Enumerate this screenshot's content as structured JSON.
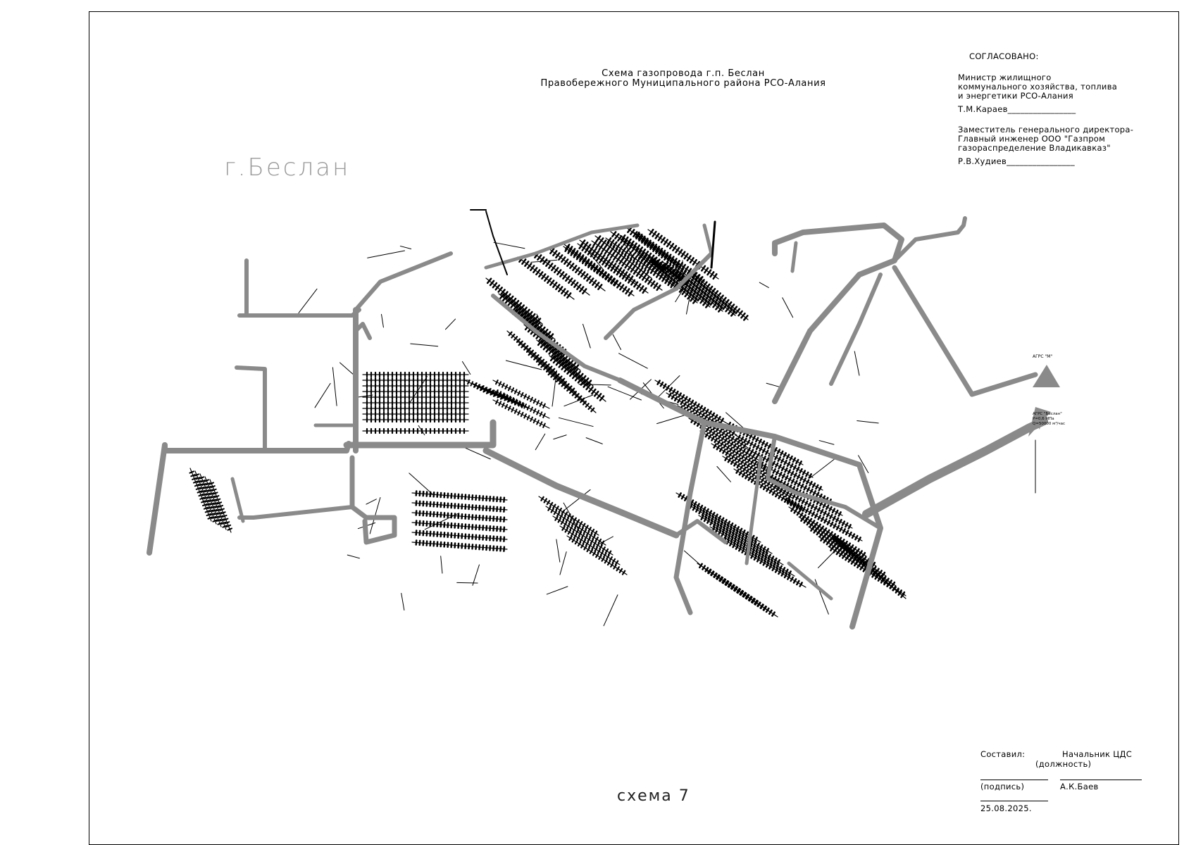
{
  "title": {
    "line1": "Схема газопровода г.п. Беслан",
    "line2": "Правобережного  Муниципального района РСО-Алания"
  },
  "approval": {
    "heading": "СОГЛАСОВАНО:",
    "minister_line1": "Министр жилищного",
    "minister_line2": "коммунального  хозяйства, топлива",
    "minister_line3": "и энергетики РСО-Алания",
    "minister_name": "Т.М.Караев________________",
    "deputy_line1": "Заместитель генерального директора-",
    "deputy_line2": "Главный инженер  ООО \"Газпром",
    "deputy_line3": "газораспределение Владикавказ\"",
    "deputy_name": "Р.В.Худиев________________"
  },
  "city_label": "г.Беслан",
  "stations": {
    "station1_label": "АГРС \"М\"",
    "station2_line1": "АГРС \"Беслан\"",
    "station2_line2": "Р=0,6 МПа",
    "station2_line3": "Q=50000 м³/час"
  },
  "schema_label": "схема 7",
  "signature": {
    "composed_label": "Составил:",
    "position_value": "Начальник ЦДС",
    "position_caption": "(должность)",
    "signature_caption": "(подпись)",
    "name": "А.К.Баев",
    "date": "25.08.2025."
  },
  "colors": {
    "main_pipe": "#8a8a8a",
    "branch_pipe": "#000000",
    "frame": "#000000"
  }
}
